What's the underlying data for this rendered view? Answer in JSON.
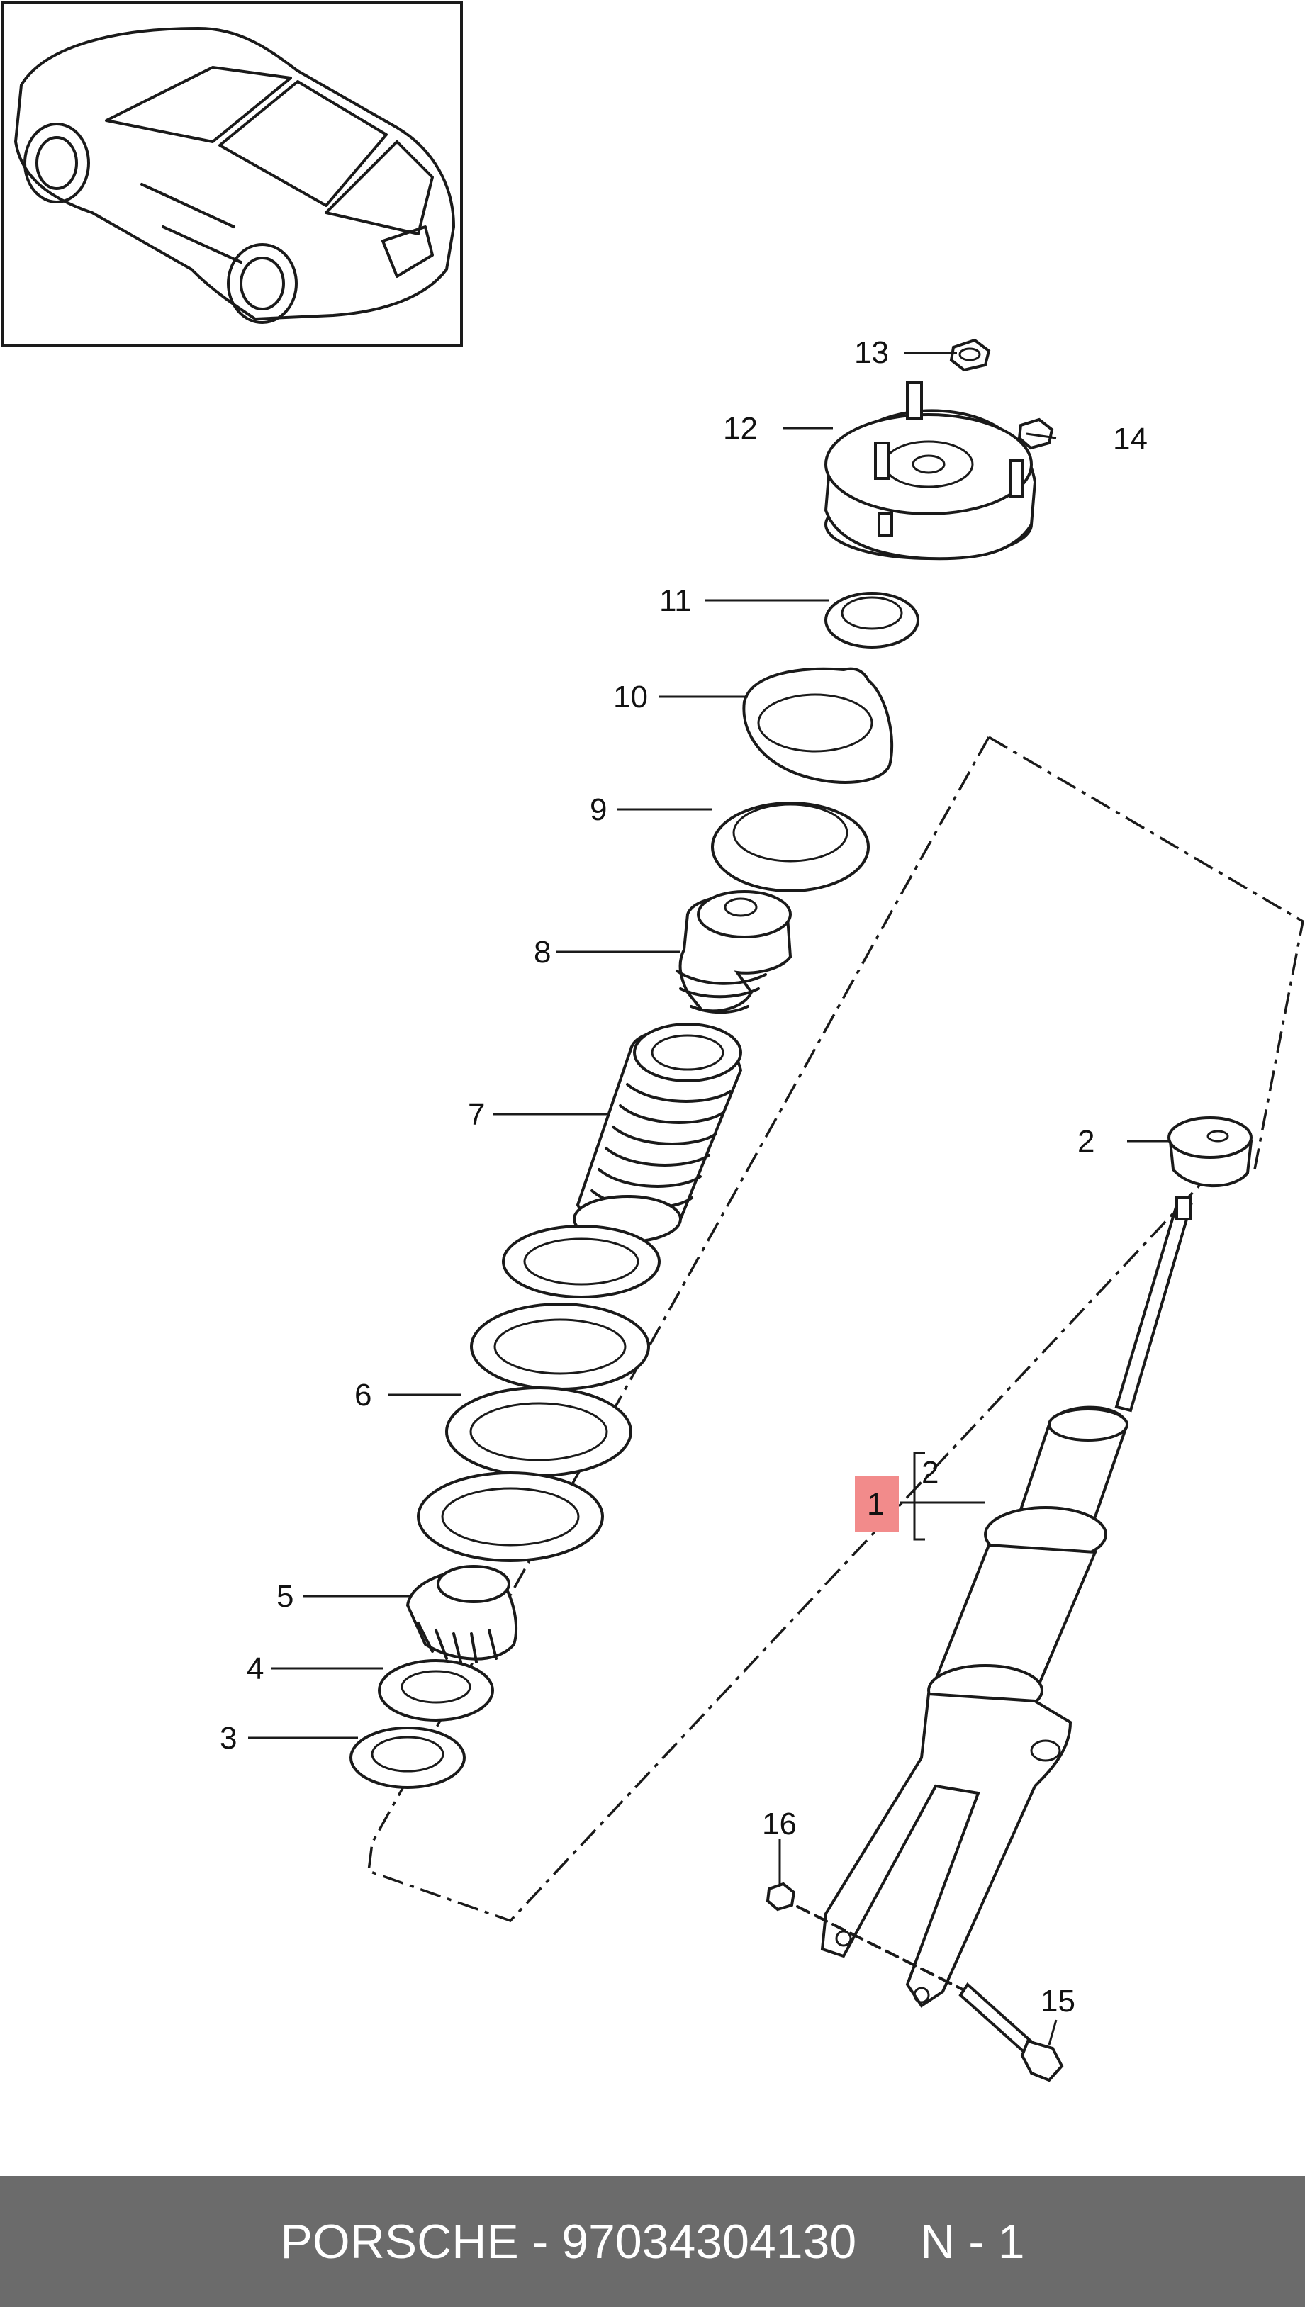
{
  "callouts": {
    "c1": "1",
    "c2a": "2",
    "c2b": "2",
    "c3": "3",
    "c4": "4",
    "c5": "5",
    "c6": "6",
    "c7": "7",
    "c8": "8",
    "c9": "9",
    "c10": "10",
    "c11": "11",
    "c12": "12",
    "c13": "13",
    "c14": "14",
    "c15": "15",
    "c16": "16"
  },
  "highlight_color": "#f28b8b",
  "footer": {
    "brand": "PORSCHE",
    "separator": "-",
    "part_number": "97034304130",
    "quantity": "N - 1"
  }
}
